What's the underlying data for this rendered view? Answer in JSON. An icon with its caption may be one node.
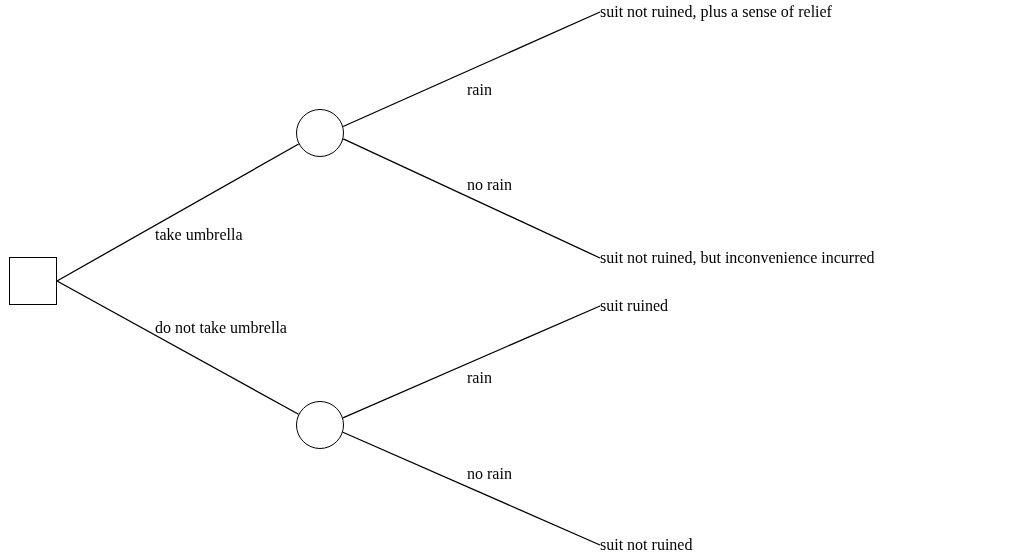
{
  "diagram": {
    "nodes": [
      {
        "text": [],
        "shape": "box"
      },
      {
        "text": [],
        "shape": "circle"
      },
      {
        "text": [],
        "shape": "circle"
      },
      {
        "text": [
          "suit not ruined, plus a sense of relief"
        ]
      },
      {
        "text": [
          "suit not ruined, but inconvenience incurred"
        ]
      },
      {
        "text": [
          "suit ruined"
        ]
      },
      {
        "text": [
          "suit not ruined"
        ]
      }
    ],
    "edges": [
      {
        "from": 0,
        "to": 1,
        "arrow": "none",
        "label": "take umbrella"
      },
      {
        "from": 0,
        "to": 2,
        "arrow": "none",
        "label": "do not take umbrella"
      },
      {
        "from": 1,
        "to": 3,
        "arrow": "none",
        "label": "rain"
      },
      {
        "from": 1,
        "to": 4,
        "arrow": "none",
        "label": "no rain"
      },
      {
        "from": 2,
        "to": 5,
        "arrow": "none",
        "label": "rain"
      },
      {
        "from": 2,
        "to": 6,
        "arrow": "none",
        "label": "no rain"
      }
    ]
  }
}
